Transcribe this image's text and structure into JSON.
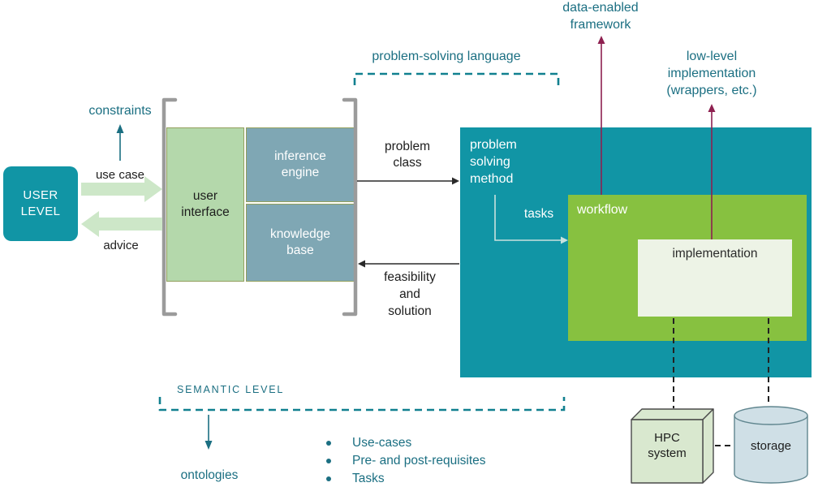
{
  "colors": {
    "teal": "#1195a5",
    "teal-text": "#1b6f82",
    "teal-bracket": "#11808f",
    "light-green": "#b4d8ab",
    "pale-green-arrow": "#cde7c8",
    "blue-gray": "#7fa7b4",
    "workflow-green": "#87c140",
    "implementation-bg": "#edf3e6",
    "maroon": "#8e2050",
    "cube-fill": "#d9e8cf",
    "cylinder-fill": "#cfdfe6",
    "bracket-gray": "#9b9b9b"
  },
  "labels": {
    "user_level": "USER\nLEVEL",
    "constraints": "constraints",
    "use_case": "use case",
    "advice": "advice",
    "user_interface": "user\ninterface",
    "inference_engine": "inference\nengine",
    "knowledge_base": "knowledge\nbase",
    "problem_solving_language": "problem-solving language",
    "problem_class": "problem\nclass",
    "feasibility_and_solution": "feasibility\nand\nsolution",
    "problem_solving_method": "problem\nsolving\nmethod",
    "tasks": "tasks",
    "workflow": "workflow",
    "implementation": "implementation",
    "data_enabled_framework": "data-enabled\nframework",
    "low_level_implementation": "low-level\nimplementation\n(wrappers, etc.)",
    "semantic_level": "SEMANTIC LEVEL",
    "ontologies": "ontologies",
    "hpc_system": "HPC\nsystem",
    "storage": "storage"
  },
  "bullets": [
    "Use-cases",
    "Pre- and post-requisites",
    "Tasks"
  ]
}
